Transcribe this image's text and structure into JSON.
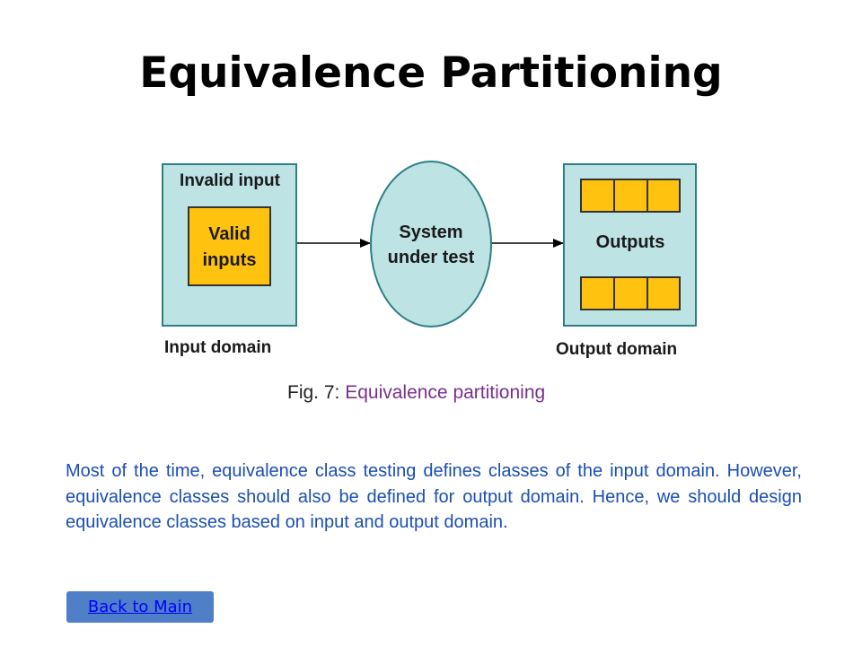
{
  "title": "Equivalence Partitioning",
  "diagram": {
    "input_box": {
      "outer_label": "Invalid input",
      "inner_label_line1": "Valid",
      "inner_label_line2": "inputs",
      "domain_label": "Input domain"
    },
    "system": {
      "label_line1": "System",
      "label_line2": "under test"
    },
    "output_box": {
      "label": "Outputs",
      "domain_label": "Output domain"
    },
    "colors": {
      "box_fill": "#bde3e4",
      "box_stroke": "#2e7f86",
      "ellipse_fill": "#bde3e4",
      "cell_fill": "#ffc20e",
      "cell_stroke": "#333333",
      "arrow": "#000000"
    }
  },
  "caption": {
    "prefix": "Fig. 7: ",
    "title": "Equivalence partitioning"
  },
  "paragraph": "Most of the time, equivalence class testing defines classes of the input domain. However, equivalence classes should also be defined for output domain. Hence, we should design equivalence classes based on input and output domain.",
  "back_button": {
    "label": "Back to Main"
  }
}
